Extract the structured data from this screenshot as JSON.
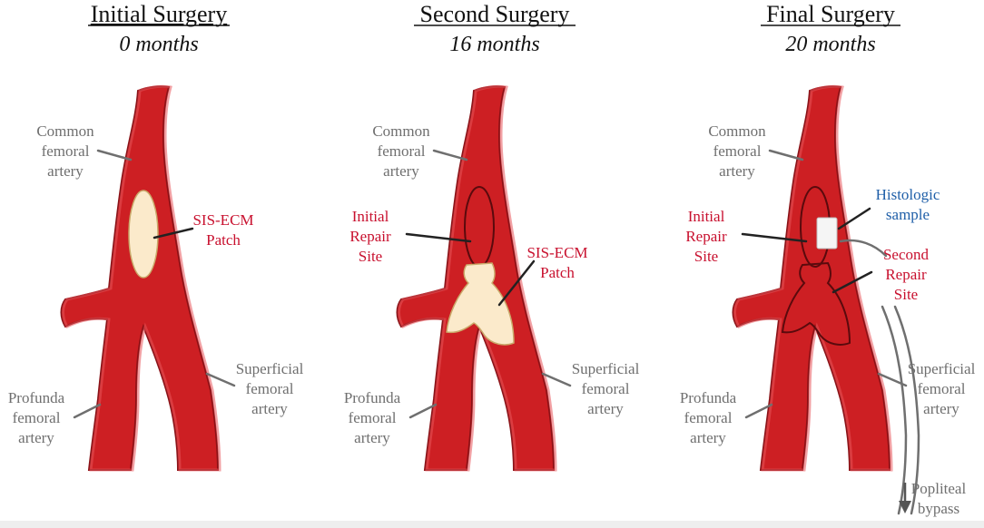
{
  "panels": [
    {
      "title": "Initial Surgery",
      "time": "0 months",
      "labels": {
        "common": [
          "Common",
          "femoral",
          "artery"
        ],
        "patch": [
          "SIS-ECM",
          "Patch"
        ],
        "profunda": [
          "Profunda",
          "femoral",
          "artery"
        ],
        "superficial": [
          "Superficial",
          "femoral",
          "artery"
        ]
      }
    },
    {
      "title": "Second Surgery",
      "time": "16 months",
      "labels": {
        "common": [
          "Common",
          "femoral",
          "artery"
        ],
        "initial_site": [
          "Initial",
          "Repair",
          "Site"
        ],
        "patch": [
          "SIS-ECM",
          "Patch"
        ],
        "profunda": [
          "Profunda",
          "femoral",
          "artery"
        ],
        "superficial": [
          "Superficial",
          "femoral",
          "artery"
        ]
      }
    },
    {
      "title": "Final Surgery",
      "time": "20 months",
      "labels": {
        "common": [
          "Common",
          "femoral",
          "artery"
        ],
        "initial_site": [
          "Initial",
          "Repair",
          "Site"
        ],
        "histologic": [
          "Histologic",
          "sample"
        ],
        "second_site": [
          "Second",
          "Repair",
          "Site"
        ],
        "profunda": [
          "Profunda",
          "femoral",
          "artery"
        ],
        "superficial": [
          "Superficial",
          "femoral",
          "artery"
        ],
        "bypass": [
          "Popliteal",
          "bypass"
        ]
      }
    }
  ],
  "colors": {
    "vessel": "#cd1f23",
    "patch": "#fbeacb",
    "label_gray": "#6f6f6f",
    "label_red": "#c8102e",
    "label_blue": "#1f5fa8"
  }
}
